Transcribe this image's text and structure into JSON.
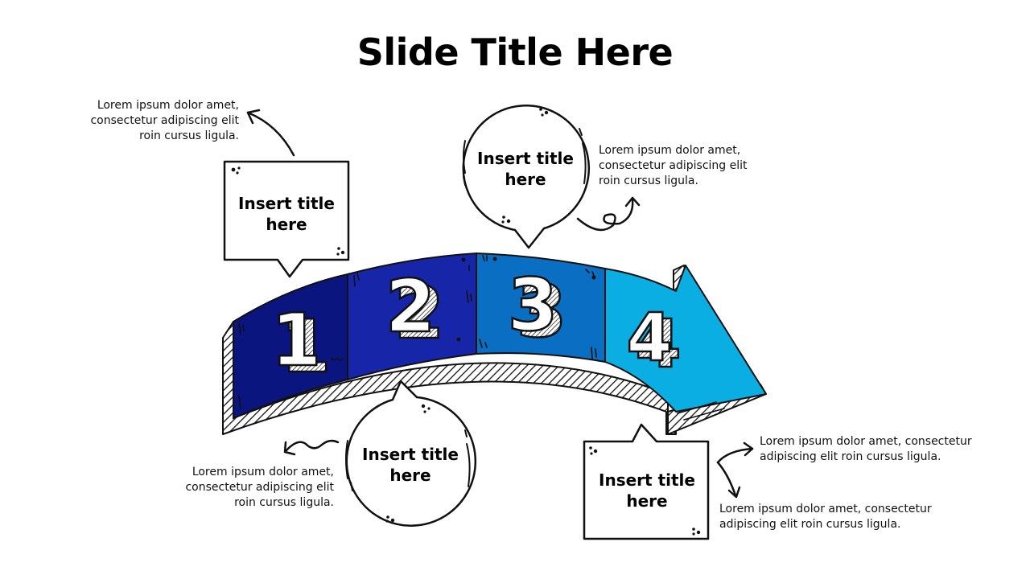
{
  "slide": {
    "title": "Slide Title Here"
  },
  "arrow": {
    "segments": [
      {
        "number": "1",
        "color": "#0A1580"
      },
      {
        "number": "2",
        "color": "#1726A8"
      },
      {
        "number": "3",
        "color": "#0A6FC2"
      },
      {
        "number": "4",
        "color": "#0AAEE3"
      }
    ]
  },
  "steps": [
    {
      "title_line1": "Insert title",
      "title_line2": "here",
      "desc": [
        "Lorem ipsum dolor amet,",
        "consectetur adipiscing elit",
        "roin cursus ligula."
      ]
    },
    {
      "title_line1": "Insert title",
      "title_line2": "here",
      "desc": [
        "Lorem ipsum dolor amet,",
        "consectetur adipiscing elit",
        "roin cursus ligula."
      ]
    },
    {
      "title_line1": "Insert title",
      "title_line2": "here",
      "desc": [
        "Lorem ipsum dolor amet,",
        "consectetur adipiscing elit",
        "roin cursus ligula."
      ]
    },
    {
      "title_line1": "Insert title",
      "title_line2": "here",
      "desc_a": [
        "Lorem ipsum dolor amet, consectetur",
        "adipiscing elit roin cursus ligula."
      ],
      "desc_b": [
        "Lorem ipsum dolor amet, consectetur",
        "adipiscing elit roin cursus ligula."
      ]
    }
  ]
}
